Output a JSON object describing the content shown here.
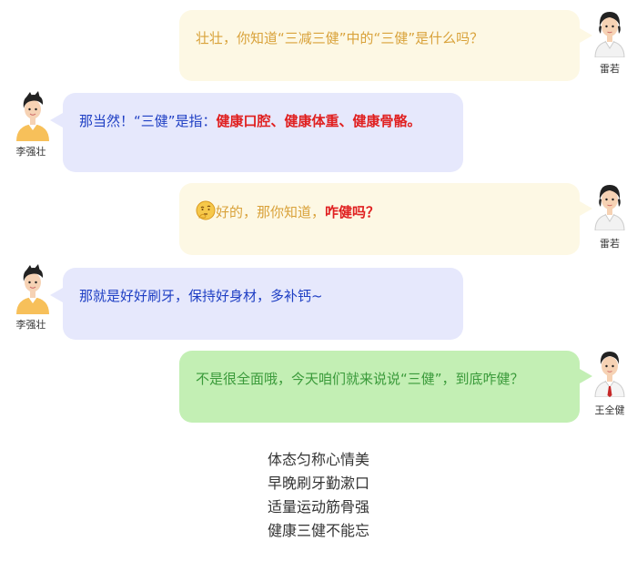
{
  "messages": [
    {
      "speaker": "雷若",
      "text": "壮壮，你知道“三减三健”中的“三健”是什么吗？"
    },
    {
      "speaker": "李强壮",
      "text_plain": "那当然！“三健”是指：",
      "text_highlight": "健康口腔、健康体重、健康骨骼。"
    },
    {
      "speaker": "雷若",
      "text_plain": "好的，那你知道，",
      "text_highlight": "咋健吗？",
      "emoji": "thinking-face-icon"
    },
    {
      "speaker": "李强壮",
      "text": "那就是好好刷牙，保持好身材，多补钙~"
    },
    {
      "speaker": "王全健",
      "text": "不是很全面哦，今天咱们就来说说“三健”，到底咋健？"
    }
  ],
  "poem": [
    "体态匀称心情美",
    "早晚刷牙勤漱口",
    "适量运动筋骨强",
    "健康三健不能忘"
  ],
  "colors": {
    "yellow_bubble": "#fdf8e4",
    "yellow_text": "#d9a23a",
    "blue_bubble": "#e6e8fc",
    "blue_text": "#1f3fc4",
    "green_bubble": "#c3efb4",
    "green_text": "#3a9a3a",
    "highlight": "#e02020"
  }
}
